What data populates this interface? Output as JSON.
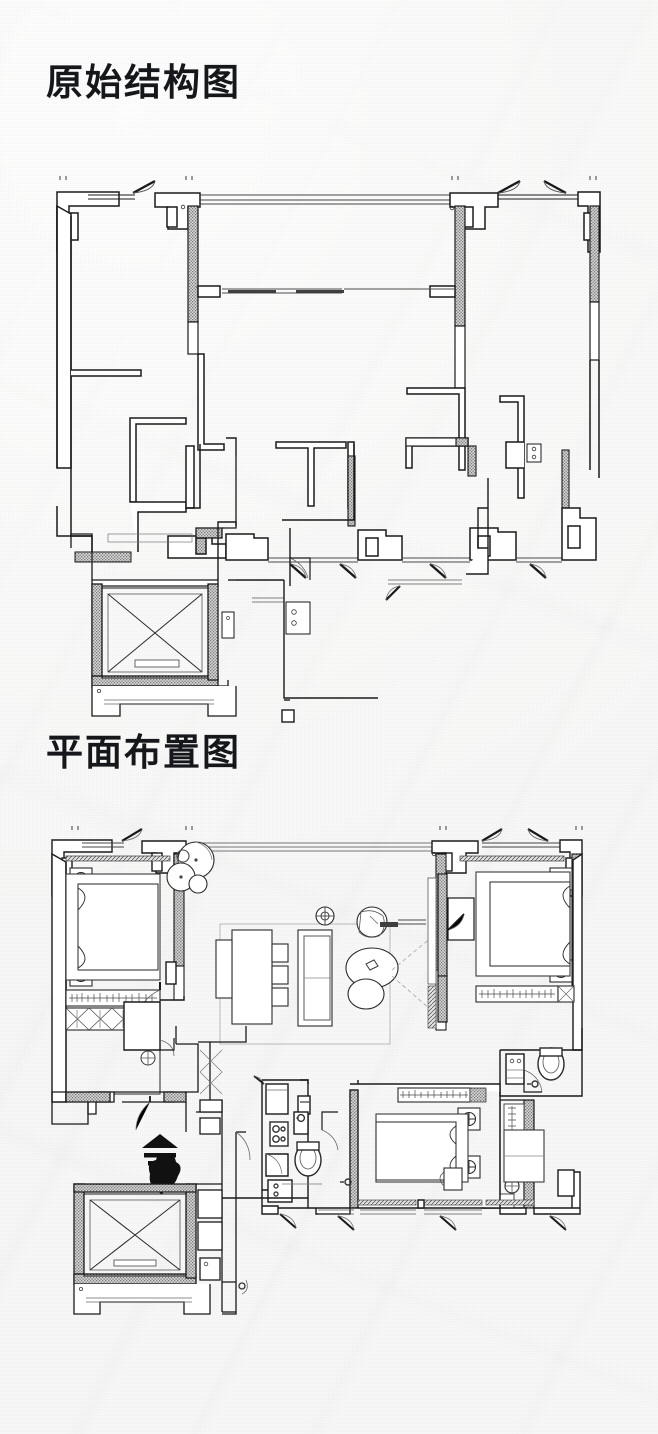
{
  "page": {
    "background_color": "#f1f1f0",
    "ink_color": "#1a1a1a",
    "texture": "crumpled-paper"
  },
  "sections": [
    {
      "id": "original-structure",
      "title": "原始结构图",
      "title_en_meaning": "Original Structure Plan",
      "drawing_type": "architectural-floor-plan",
      "content": "Bare shell plan: exterior walls, structural columns, load-bearing walls (hatched), window openings, balcony doors, elevator core with diagonal cross, risers and plumbing stacks. No furniture."
    },
    {
      "id": "furniture-layout",
      "title": "平面布置图",
      "title_en_meaning": "Furniture Layout Plan",
      "drawing_type": "architectural-floor-plan",
      "content": "Same shell with new partitions (hatched), doors with swing arcs, and full furniture layout: beds, wardrobes, sofa, dining table, kitchen, bathrooms, entry foyer."
    }
  ],
  "plan_elements": {
    "elevator_core_label": "elevator-shaft",
    "entry_decor_label": "entry-planter",
    "wall_fill_hatched": "#9a9a9a",
    "wall_stroke": "#1a1a1a",
    "furniture_stroke": "#2a2a2a",
    "light_stroke": "#6e6e6e"
  },
  "furniture": {
    "upper_left_bedroom": [
      "bed",
      "nightstand-lamp",
      "nightstand-lamp",
      "wardrobe"
    ],
    "upper_right_bedroom": [
      "bed",
      "nightstand-lamp",
      "nightstand-lamp",
      "wardrobe"
    ],
    "living_room": [
      "sofa",
      "side-table-lamp",
      "armchair",
      "armchair",
      "coffee-table",
      "tv-wall"
    ],
    "dining": [
      "dining-table",
      "dining-chair",
      "dining-chair",
      "dining-chair",
      "sideboard"
    ],
    "kitchen": [
      "cooktop",
      "sink",
      "counter",
      "refrigerator"
    ],
    "bathroom_1": [
      "toilet",
      "washbasin",
      "shower"
    ],
    "bathroom_2": [
      "toilet",
      "washbasin"
    ],
    "lower_bedroom": [
      "bed",
      "nightstand-lamp",
      "wardrobe",
      "desk",
      "armchair"
    ],
    "foyer": [
      "planter",
      "shoe-cabinet"
    ]
  }
}
